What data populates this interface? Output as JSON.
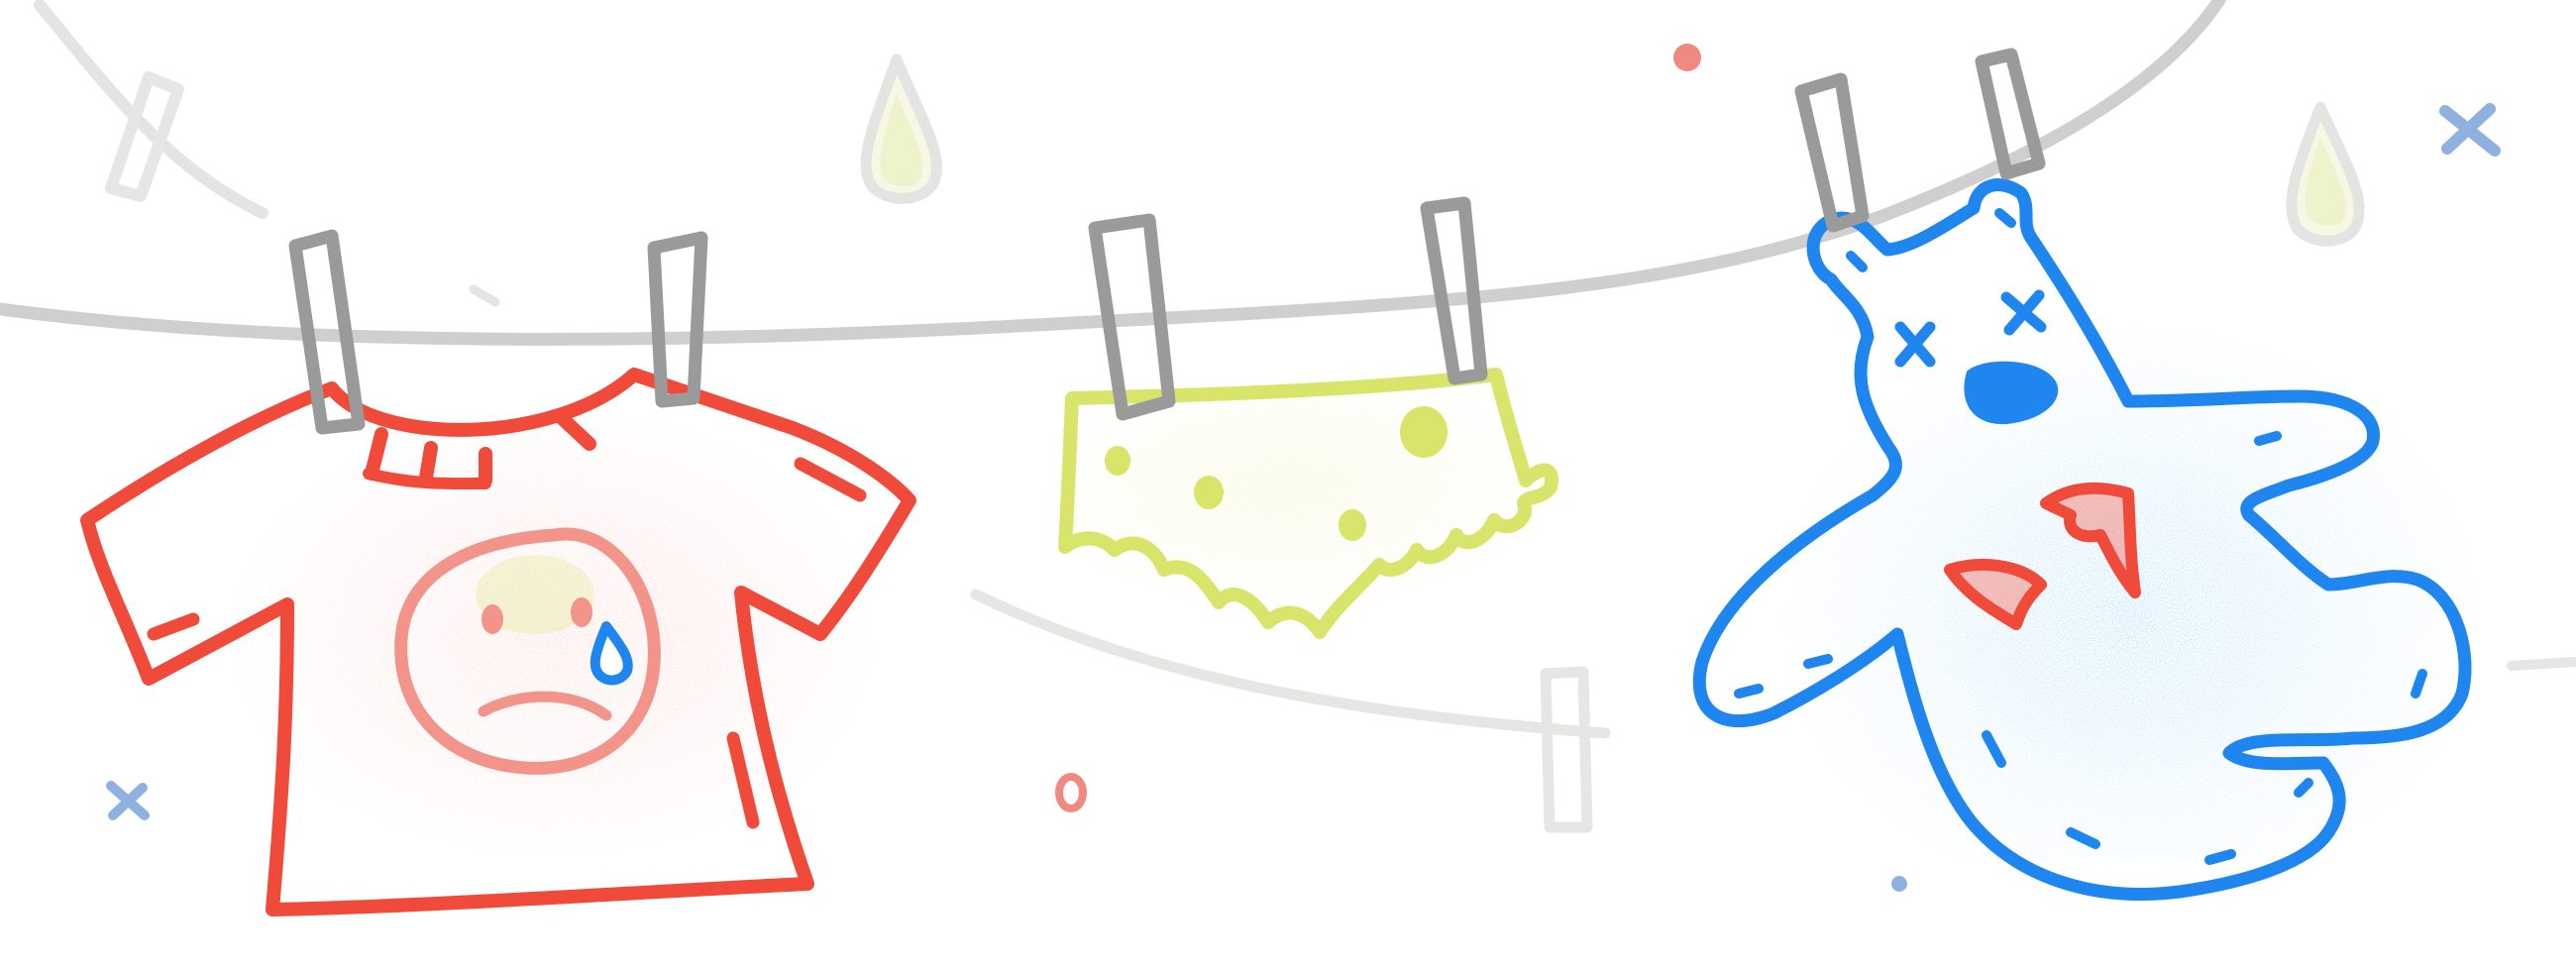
{
  "illustration": {
    "subject": "clothesline",
    "items": [
      {
        "name": "t-shirt",
        "icon": "sad-face-t-shirt-icon"
      },
      {
        "name": "underpants",
        "icon": "polka-dot-underpants-icon"
      },
      {
        "name": "teddy-bear",
        "icon": "torn-teddy-bear-icon"
      }
    ],
    "colors": {
      "background": "#ffffff",
      "line": "#cfcfcf",
      "faint_line": "#e6e6e4",
      "clothespin": "#9a9a9a",
      "shirt": "#f04a3a",
      "face": "#f2948a",
      "tear": "#1f86f0",
      "underpants": "#d8e46a",
      "bear": "#1f86f0",
      "patch": "#f04a3a",
      "confetti_blue": "#8fb1e0",
      "confetti_pink": "#f08a80"
    }
  }
}
